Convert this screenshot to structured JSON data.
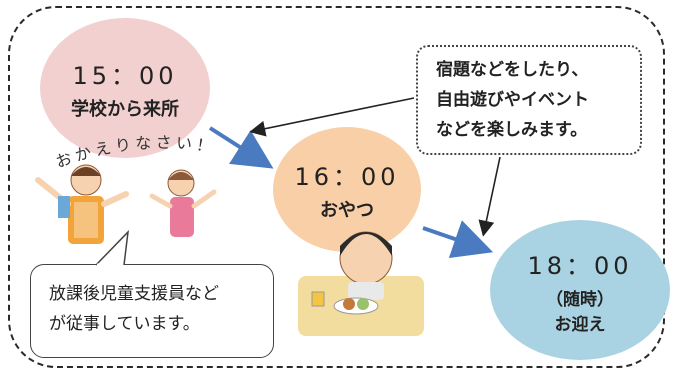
{
  "schedule": [
    {
      "time": "15：00",
      "label": "学校から来所"
    },
    {
      "time": "16：00",
      "label": "おやつ"
    },
    {
      "time": "18：00",
      "sub": "（随時）",
      "label": "お迎え"
    }
  ],
  "activity_note": [
    "宿題などをしたり、",
    "自由遊びやイベント",
    "などを楽しみます。"
  ],
  "greeting": "おかえりなさい！",
  "staff_note": [
    "放課後児童支援員など",
    "が従事しています。"
  ],
  "colors": {
    "circle1": "#f3d0d0",
    "circle2": "#f9cfa8",
    "circle3": "#a9d3e2",
    "arrow_blue": "#4a7bc0"
  }
}
